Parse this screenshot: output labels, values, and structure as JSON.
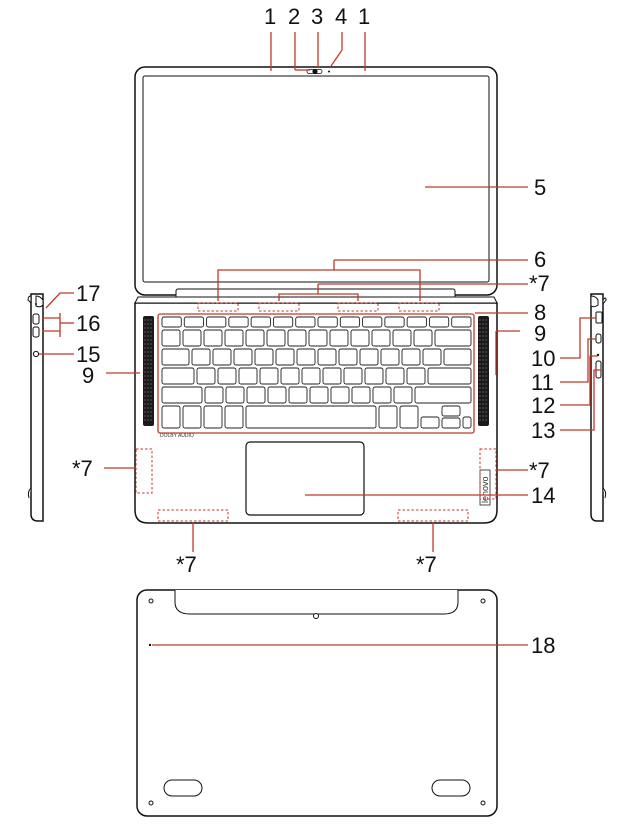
{
  "callouts": {
    "top_1a": "1",
    "top_2": "2",
    "top_3": "3",
    "top_4": "4",
    "top_1b": "1",
    "screen_5": "5",
    "speakers_6": "6",
    "mic_7_top": "*7",
    "deck_8": "8",
    "left_9": "9",
    "right_9": "9",
    "left_17": "17",
    "left_16": "16",
    "left_15": "15",
    "right_10": "10",
    "right_11": "11",
    "right_12": "12",
    "right_13": "13",
    "left_7_mid": "*7",
    "right_7_mid": "*7",
    "touchpad_14": "14",
    "bottom_left_7": "*7",
    "bottom_right_7": "*7",
    "base_18": "18"
  },
  "labels": {
    "dolby": "DOLBY AUDIO",
    "lenovo": "lenovo"
  },
  "colors": {
    "callout_line": "#c0392b",
    "outline": "#111111",
    "speaker_grill": "#111111"
  }
}
